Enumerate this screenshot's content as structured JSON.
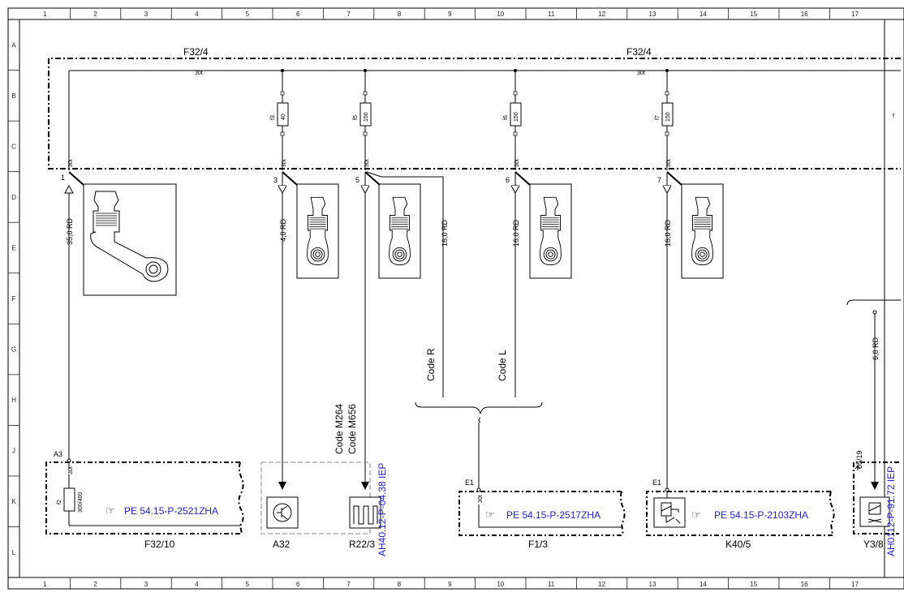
{
  "ruler": {
    "columns": [
      "1",
      "2",
      "3",
      "4",
      "5",
      "6",
      "7",
      "8",
      "9",
      "10",
      "11",
      "12",
      "13",
      "14",
      "15",
      "16",
      "17"
    ],
    "rows": [
      "A",
      "B",
      "C",
      "D",
      "E",
      "F",
      "G",
      "H",
      "J",
      "K",
      "L"
    ]
  },
  "fuse_box": {
    "label_left": "F32/4",
    "label_right": "F32/4",
    "bus_label_left": "30t",
    "bus_label_right": "30t"
  },
  "fuses": [
    {
      "name": "f3",
      "rating": "40",
      "terminal": "30t"
    },
    {
      "name": "f5",
      "rating": "150",
      "terminal": "30t"
    },
    {
      "name": "f6",
      "rating": "150",
      "terminal": "30t"
    },
    {
      "name": "f7",
      "rating": "150",
      "terminal": "30t"
    },
    {
      "name": "f",
      "rating": "",
      "terminal": ""
    }
  ],
  "outputs": [
    {
      "pin": "1",
      "terminal": "30t",
      "wire": "35,0 RD"
    },
    {
      "pin": "3",
      "wire": "4,0 RD"
    },
    {
      "pin": "5",
      "wire": "16,0 RD"
    },
    {
      "pin": "6",
      "wire": "16,0 RD"
    },
    {
      "pin": "7",
      "wire": "16,0 RD"
    }
  ],
  "y38_wire": "6,0 RD",
  "codes": {
    "code_r": "Code R",
    "code_l": "Code L",
    "code_m264": "Code M264",
    "code_m656": "Code M656"
  },
  "cross_ref": "05/19",
  "components": {
    "f32_10": {
      "label": "F32/10",
      "conn": "A3",
      "terminal": "30t",
      "fuse": "f2",
      "rating": "300/400",
      "ref": "PE 54.15-P-2521ZHA"
    },
    "a32": {
      "label": "A32"
    },
    "r22_3": {
      "label": "R22/3",
      "ref": "AH40.12-P-04.38 IEP"
    },
    "f1_3": {
      "label": "F1/3",
      "conn": "E1",
      "terminal": "30t",
      "ref": "PE 54.15-P-2517ZHA"
    },
    "k40_5": {
      "label": "K40/5",
      "conn": "E1",
      "ref": "PE 54.15-P-2103ZHA"
    },
    "y3_8": {
      "label": "Y3/8",
      "ref": "AH0112-P-91.72 IEP"
    }
  }
}
